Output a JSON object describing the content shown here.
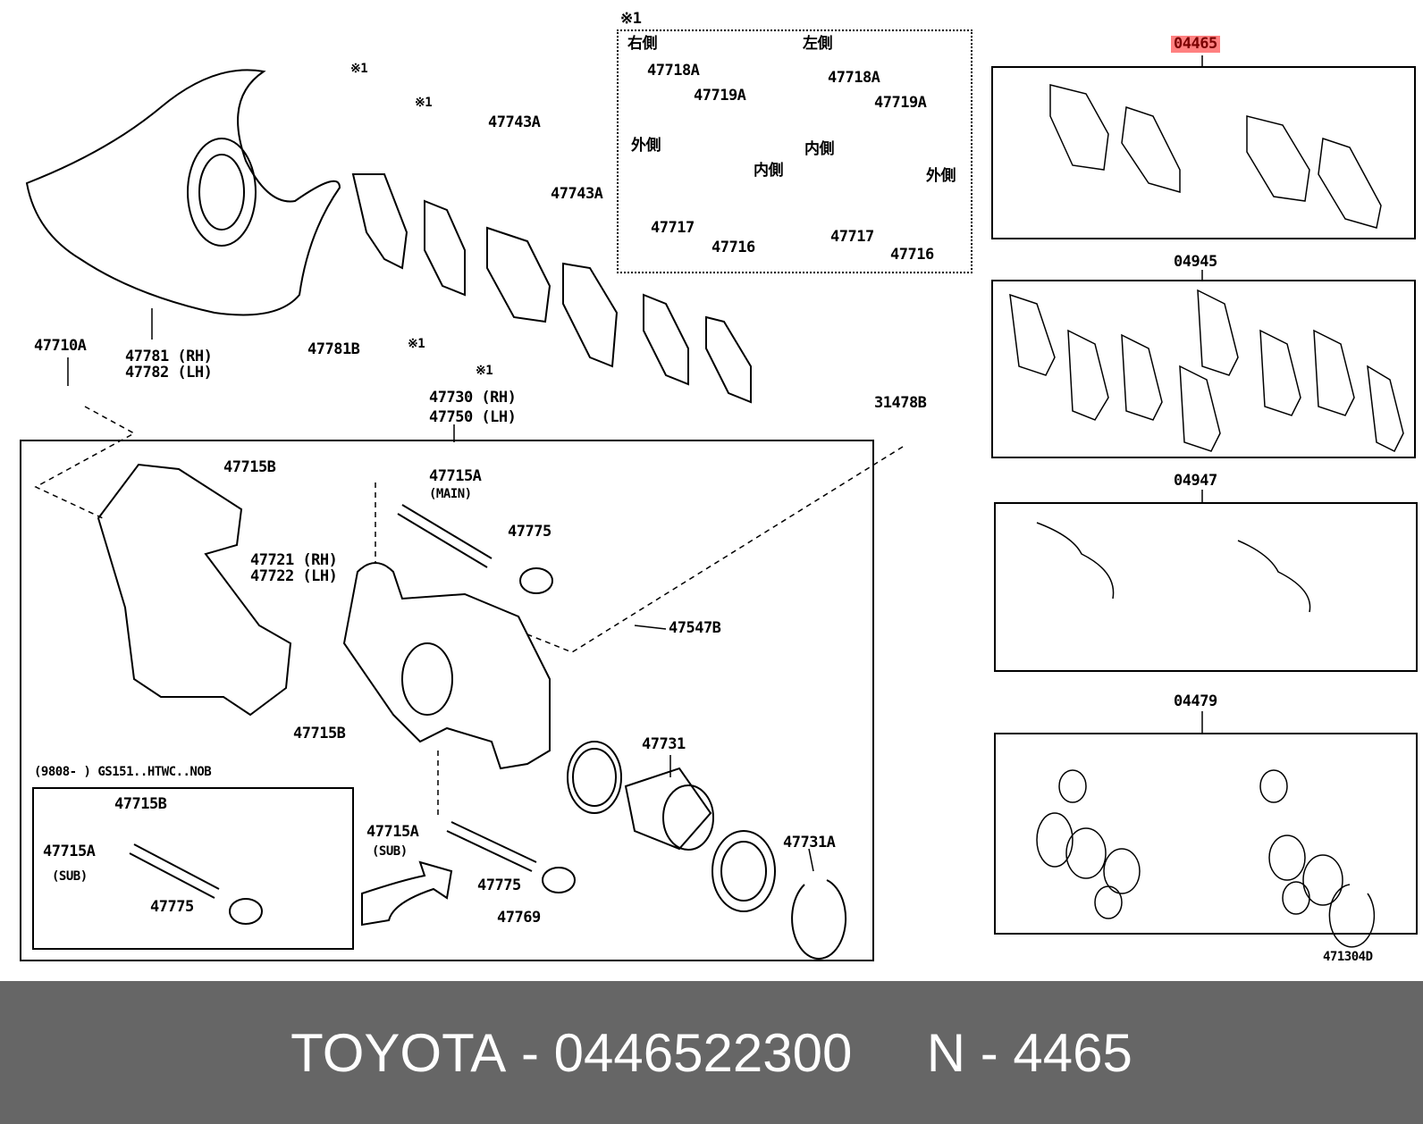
{
  "diagram_code": "471304D",
  "note_mark": "※1",
  "clip_box": {
    "right_side": "右側",
    "left_side": "左側",
    "outer": "外側",
    "inner": "内側"
  },
  "labels": {
    "p47718A": "47718A",
    "p47719A": "47719A",
    "p47717": "47717",
    "p47716": "47716",
    "p47743A": "47743A",
    "p47710A": "47710A",
    "p47781": "47781 (RH)",
    "p47782": "47782 (LH)",
    "p47781B": "47781B",
    "p47730": "47730 (RH)",
    "p47750": "47750 (LH)",
    "p31478B": "31478B",
    "p47715B": "47715B",
    "p47715A": "47715A",
    "main": "(MAIN)",
    "sub": "(SUB)",
    "p47775": "47775",
    "p47721": "47721 (RH)",
    "p47722": "47722 (LH)",
    "p47547B": "47547B",
    "p47731": "47731",
    "p47731A": "47731A",
    "p47769": "47769",
    "applicability": "(9808-      ) GS151..HTWC..NOB"
  },
  "kits": [
    "04465",
    "04945",
    "04947",
    "04479"
  ],
  "highlighted_kit": "04465",
  "highlight_color": "#ff8080",
  "footer": {
    "brand": "TOYOTA",
    "sep": " - ",
    "part_number": "0446522300",
    "gap": "     ",
    "alt": "N - 4465"
  }
}
